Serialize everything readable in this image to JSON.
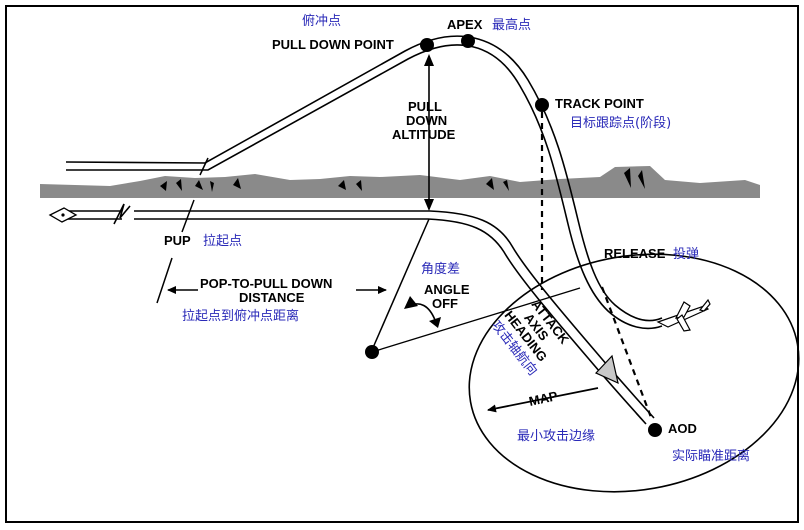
{
  "colors": {
    "ink": "#000000",
    "chinese_label": "#2a2ab8",
    "terrain": "#8a8a8a",
    "background": "#ffffff"
  },
  "labels": {
    "pull_down_point_cn": "俯冲点",
    "pull_down_point": "PULL DOWN POINT",
    "apex": "APEX",
    "apex_cn": "最高点",
    "pull_down_altitude_1": "PULL",
    "pull_down_altitude_2": "DOWN",
    "pull_down_altitude_3": "ALTITUDE",
    "track_point": "TRACK POINT",
    "track_point_cn": "目标跟踪点(阶段)",
    "pup": "PUP",
    "pup_cn": "拉起点",
    "angle_off_cn": "角度差",
    "angle_off_1": "ANGLE",
    "angle_off_2": "OFF",
    "release": "RELEASE",
    "release_cn": "投弹",
    "pop_to_pull_1": "POP-TO-PULL DOWN",
    "pop_to_pull_2": "DISTANCE",
    "pop_to_pull_cn": "拉起点到俯冲点距离",
    "attack_axis_1": "ATTACK",
    "attack_axis_2": "AXIS",
    "attack_axis_3": "HEADING",
    "attack_axis_cn": "攻击轴航向",
    "map": "MAP",
    "map_cn": "最小攻击边缘",
    "aod": "AOD",
    "aod_cn": "实际瞄准距离"
  }
}
